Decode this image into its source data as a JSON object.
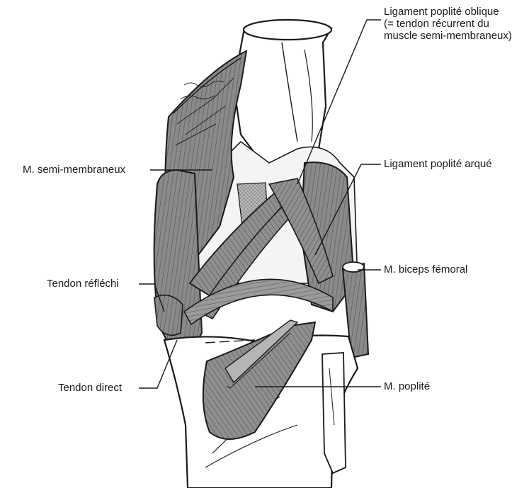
{
  "figure": {
    "labels": {
      "ligament_oblique": [
        "Ligament poplité oblique",
        "(= tendon récurrent du",
        "muscle semi-membraneux)"
      ],
      "semi_membraneux": "M. semi-membraneux",
      "ligament_arque": "Ligament poplité arqué",
      "tendon_reflechi": "Tendon réfléchi",
      "biceps_femoral": "M. biceps fémoral",
      "tendon_direct": "Tendon direct",
      "poplite": "M. poplité"
    }
  }
}
